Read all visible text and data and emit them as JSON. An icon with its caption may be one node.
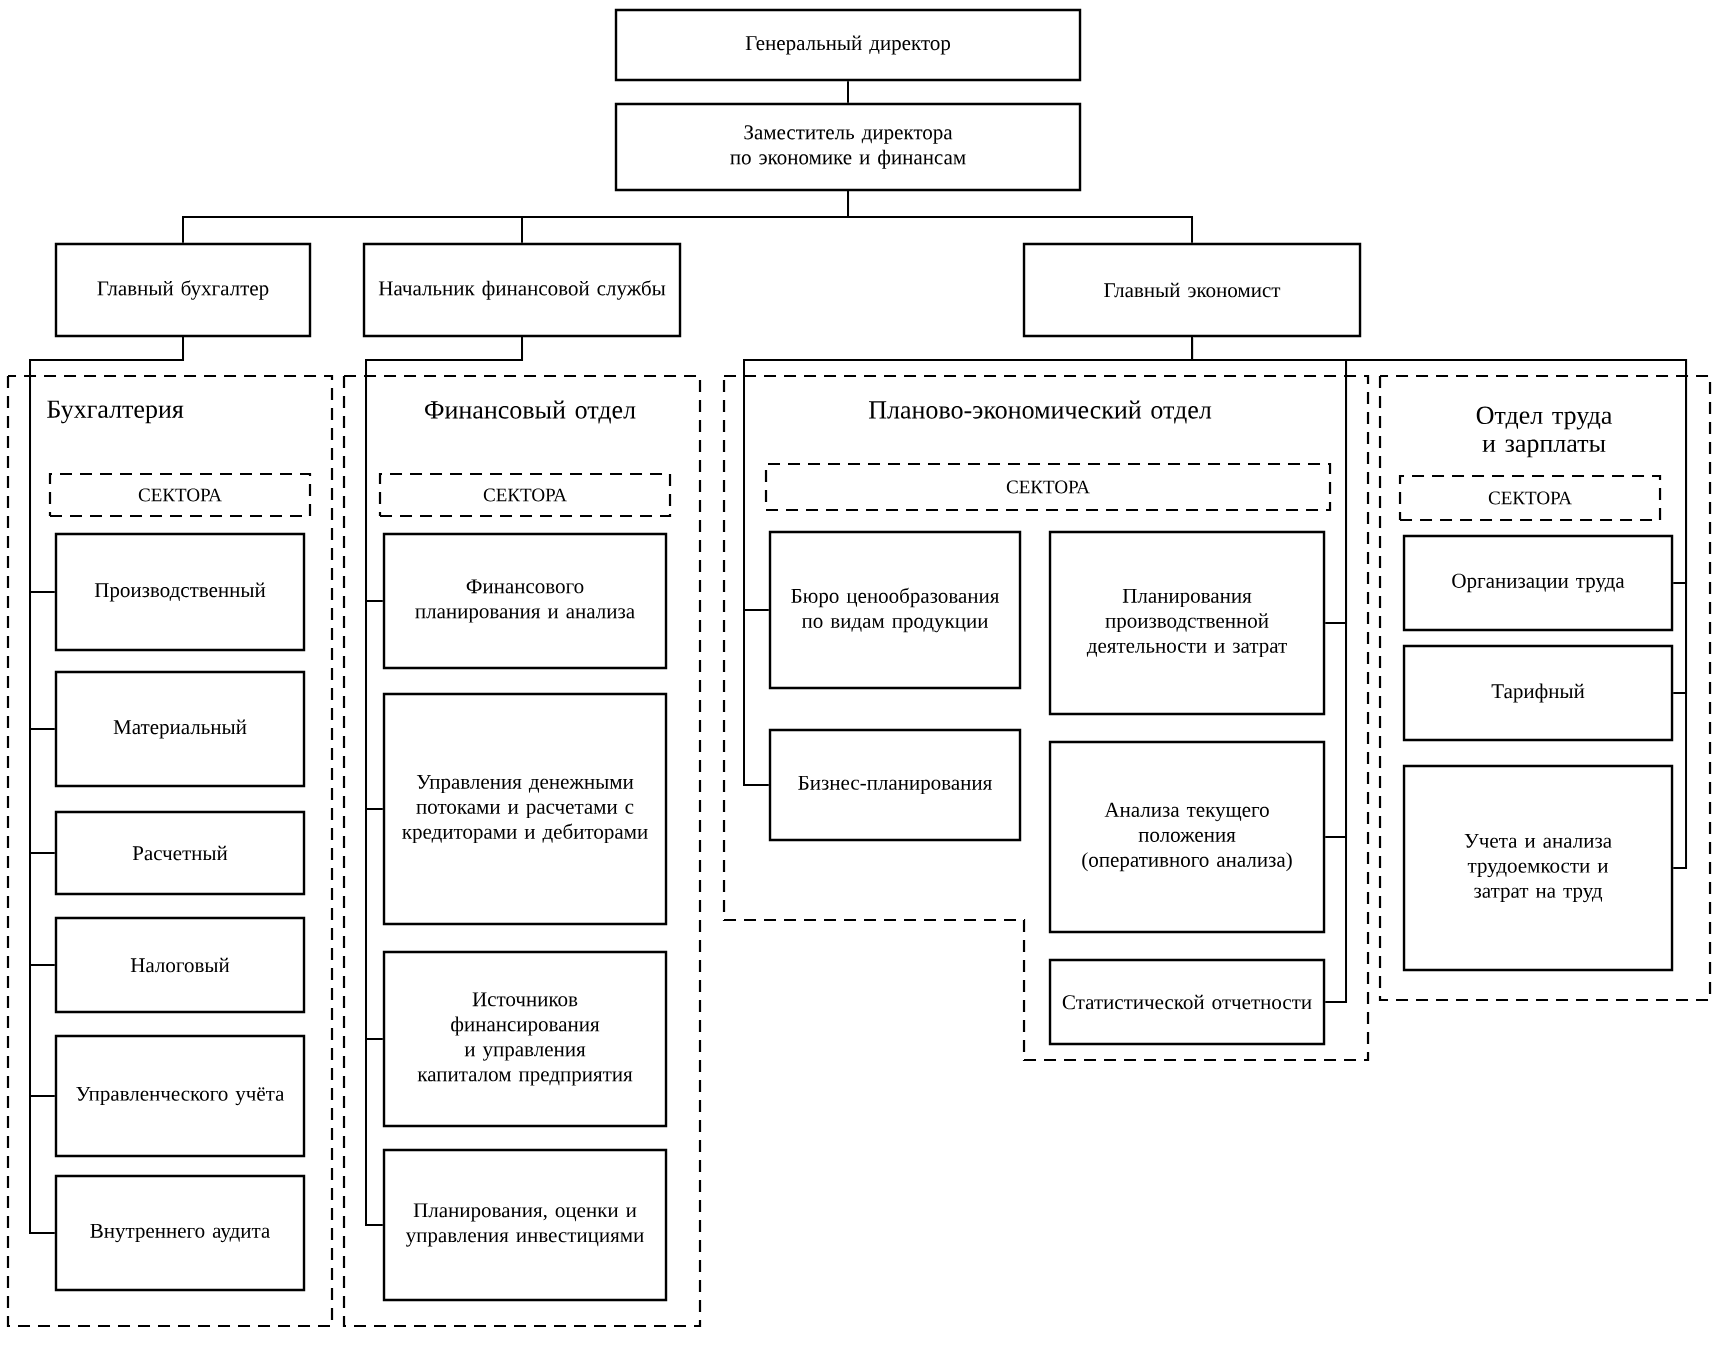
{
  "diagram": {
    "nodes": [
      {
        "text": [
          "Генеральный директор"
        ]
      },
      {
        "text": [
          "Заместитель директора по экономике и финансам"
        ]
      },
      {
        "text": [
          "Главный бухгалтер"
        ]
      },
      {
        "text": [
          "Начальник финансовой службы"
        ]
      },
      {
        "text": [
          "Главный экономист"
        ]
      },
      {
        "text": [
          "Бухгалтерия"
        ]
      },
      {
        "text": [
          "СЕКТОРА"
        ],
        "in": 5
      },
      {
        "text": [
          "Производственный"
        ],
        "in": 5
      },
      {
        "text": [
          "Материальный"
        ],
        "in": 5
      },
      {
        "text": [
          "Расчетный"
        ],
        "in": 5
      },
      {
        "text": [
          "Налоговый"
        ],
        "in": 5
      },
      {
        "text": [
          "Управленческого учёта"
        ],
        "in": 5
      },
      {
        "text": [
          "Внутреннего аудита"
        ],
        "in": 5
      },
      {
        "text": [
          "Финансовый отдел"
        ]
      },
      {
        "text": [
          "СЕКТОРА"
        ],
        "in": 13
      },
      {
        "text": [
          "Финансового планирования и анализа"
        ],
        "in": 13
      },
      {
        "text": [
          "Управления денежными потоками и расчетами с кредиторами и дебиторами"
        ],
        "in": 13
      },
      {
        "text": [
          "Источников финансирования и управления капиталом предприятия"
        ],
        "in": 13
      },
      {
        "text": [
          "Планирования, оценки и управления инвестициями"
        ],
        "in": 13
      },
      {
        "text": [
          "Планово-экономический отдел"
        ]
      },
      {
        "text": [
          "СЕКТОРА"
        ],
        "in": 19
      },
      {
        "text": [
          "Бюро ценообразования по видам продукции"
        ],
        "in": 19
      },
      {
        "text": [
          "Бизнес-планирования"
        ],
        "in": 19
      },
      {
        "text": [
          "Планирования производственной деятельности и затрат"
        ],
        "in": 19
      },
      {
        "text": [
          "Анализа текущего положения (оперативного анализа)"
        ],
        "in": 19
      },
      {
        "text": [
          "Статистической отчетности"
        ],
        "in": 19
      },
      {
        "text": [
          "Отдел труда и зарплаты"
        ]
      },
      {
        "text": [
          "СЕКТОРА"
        ],
        "in": 26
      },
      {
        "text": [
          "Организации труда"
        ],
        "in": 26
      },
      {
        "text": [
          "Тарифный"
        ],
        "in": 26
      },
      {
        "text": [
          "Учета и анализа трудоемкости и затрат на труд"
        ],
        "in": 26
      }
    ],
    "edges": [
      {
        "from": 0,
        "to": 1,
        "arrow": "none"
      },
      {
        "from": 1,
        "to": 2,
        "arrow": "none"
      },
      {
        "from": 1,
        "to": 3,
        "arrow": "none"
      },
      {
        "from": 1,
        "to": 4,
        "arrow": "none"
      },
      {
        "from": 2,
        "to": 7,
        "arrow": "none"
      },
      {
        "from": 2,
        "to": 8,
        "arrow": "none"
      },
      {
        "from": 2,
        "to": 9,
        "arrow": "none"
      },
      {
        "from": 2,
        "to": 10,
        "arrow": "none"
      },
      {
        "from": 2,
        "to": 11,
        "arrow": "none"
      },
      {
        "from": 2,
        "to": 12,
        "arrow": "none"
      },
      {
        "from": 3,
        "to": 15,
        "arrow": "none"
      },
      {
        "from": 3,
        "to": 16,
        "arrow": "none"
      },
      {
        "from": 3,
        "to": 17,
        "arrow": "none"
      },
      {
        "from": 3,
        "to": 18,
        "arrow": "none"
      },
      {
        "from": 4,
        "to": 21,
        "arrow": "none"
      },
      {
        "from": 4,
        "to": 22,
        "arrow": "none"
      },
      {
        "from": 4,
        "to": 23,
        "arrow": "none"
      },
      {
        "from": 4,
        "to": 24,
        "arrow": "none"
      },
      {
        "from": 4,
        "to": 25,
        "arrow": "none"
      },
      {
        "from": 4,
        "to": 28,
        "arrow": "none"
      },
      {
        "from": 4,
        "to": 29,
        "arrow": "none"
      },
      {
        "from": 4,
        "to": 30,
        "arrow": "none"
      }
    ]
  }
}
